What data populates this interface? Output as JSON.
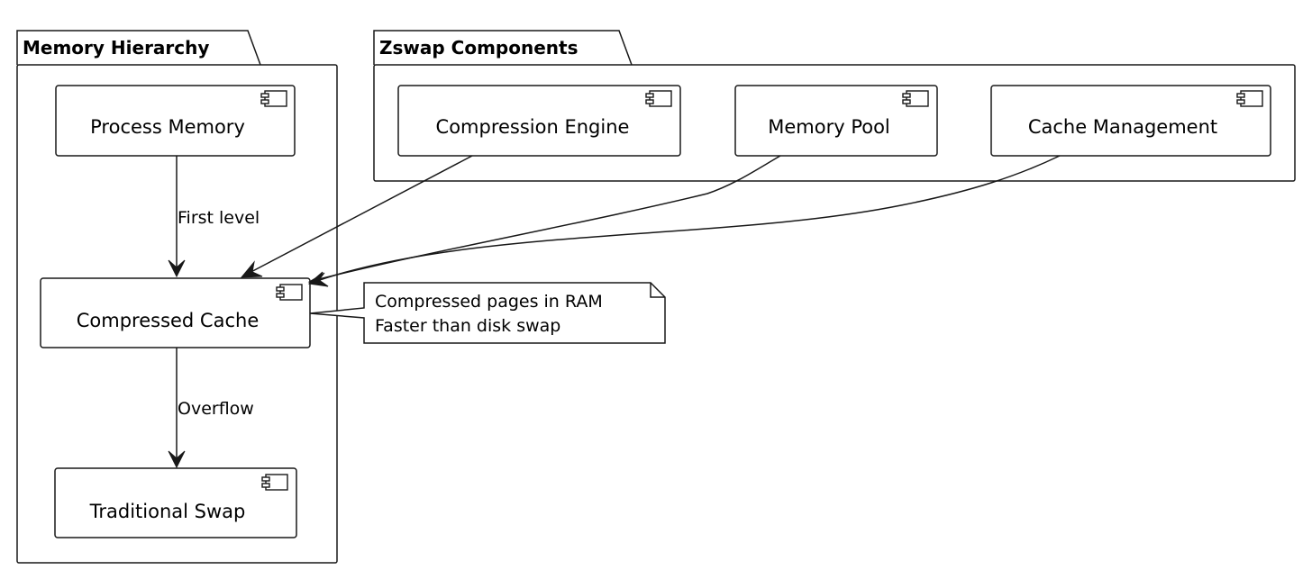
{
  "packages": {
    "memory_hierarchy": {
      "title": "Memory Hierarchy"
    },
    "zswap_components": {
      "title": "Zswap Components"
    }
  },
  "components": {
    "process_memory": {
      "label": "Process Memory"
    },
    "compressed_cache": {
      "label": "Compressed Cache"
    },
    "traditional_swap": {
      "label": "Traditional Swap"
    },
    "compression_engine": {
      "label": "Compression Engine"
    },
    "memory_pool": {
      "label": "Memory Pool"
    },
    "cache_management": {
      "label": "Cache Management"
    }
  },
  "edges": {
    "first_level": {
      "label": "First level"
    },
    "overflow": {
      "label": "Overflow"
    }
  },
  "note": {
    "lines": [
      "Compressed pages in RAM",
      "Faster than disk swap"
    ]
  },
  "icon": "component-icon",
  "colors": {
    "stroke": "#181818",
    "fill": "#ffffff"
  }
}
